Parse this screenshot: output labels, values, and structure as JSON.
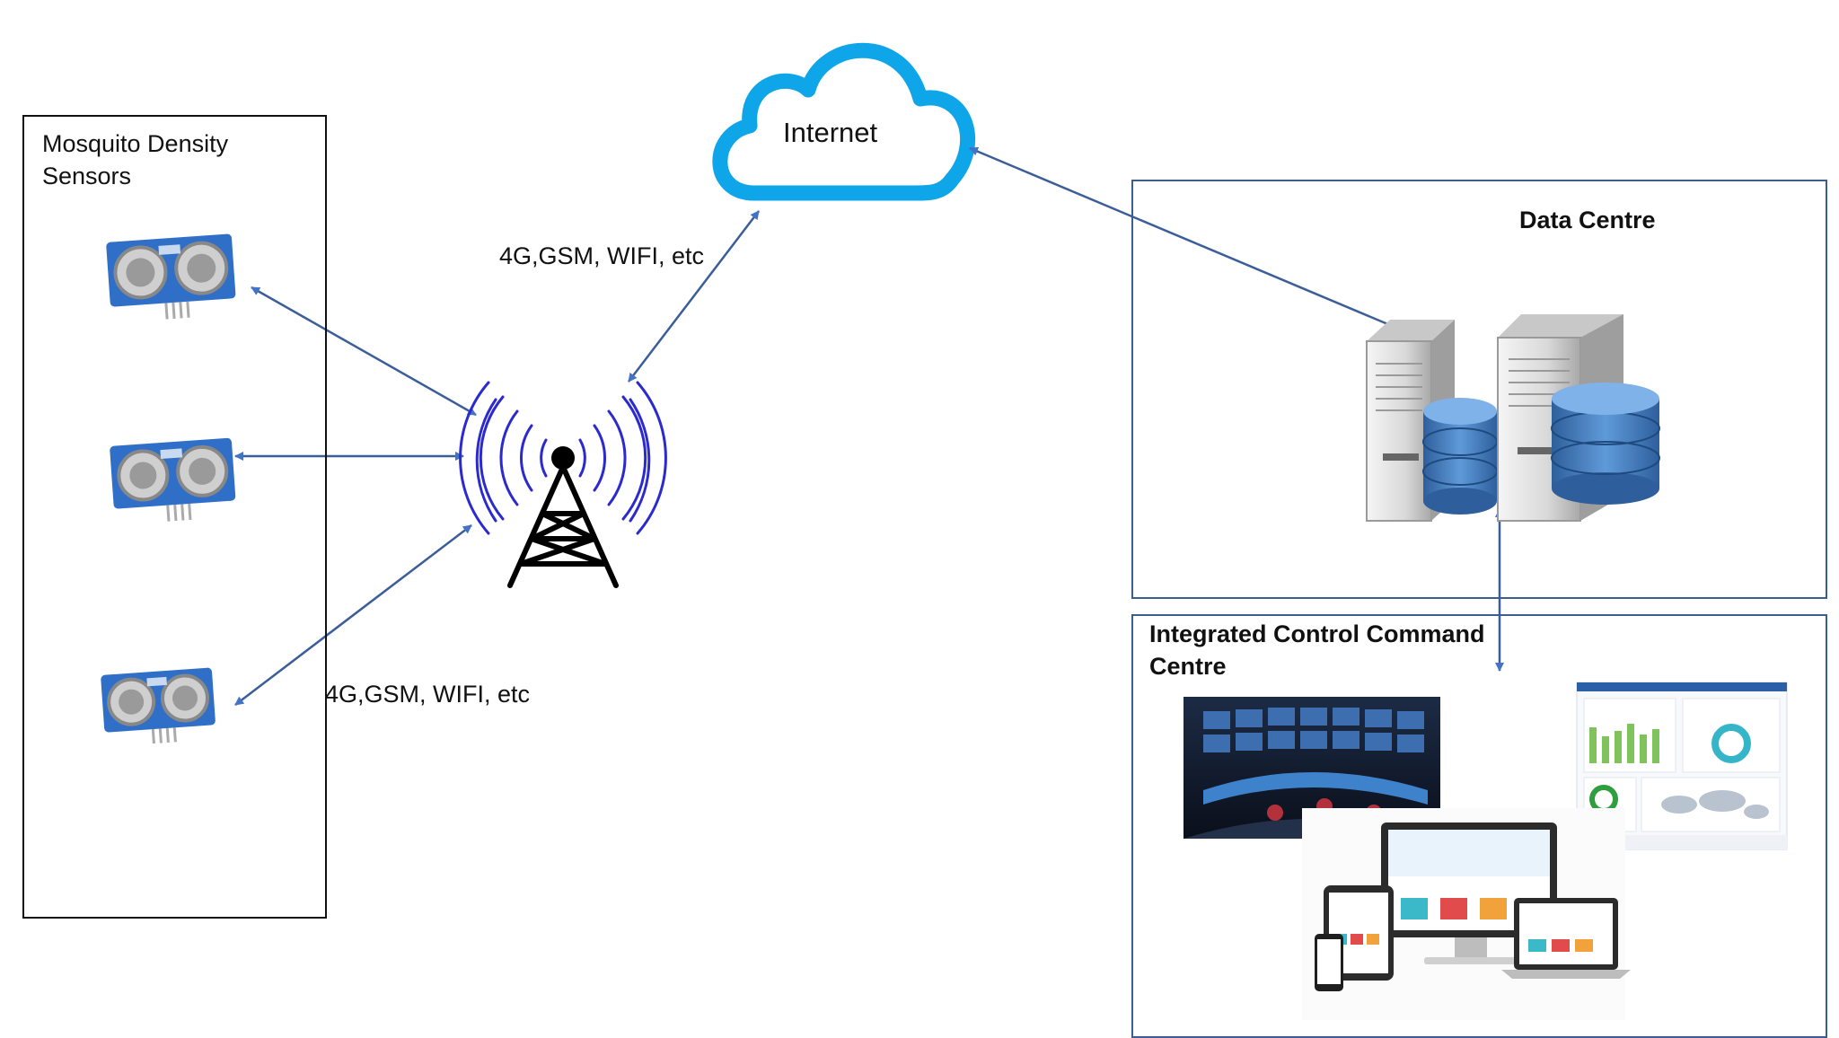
{
  "sensors_panel": {
    "title": "Mosquito Density Sensors"
  },
  "internet": {
    "label": "Internet"
  },
  "network_labels": [
    "4G,GSM, WIFI, etc",
    "4G,GSM, WIFI, etc"
  ],
  "data_centre": {
    "title": "Data Centre"
  },
  "control_centre": {
    "title": "Integrated Control Command Centre"
  },
  "colors": {
    "arrow": "#3b5e9a",
    "arrowhead": "#4472c4",
    "cloud": "#0ea5e9",
    "tower_waves": "#2a2ad0",
    "sensor_board": "#2f6fc7",
    "database": "#3f7fc8"
  }
}
